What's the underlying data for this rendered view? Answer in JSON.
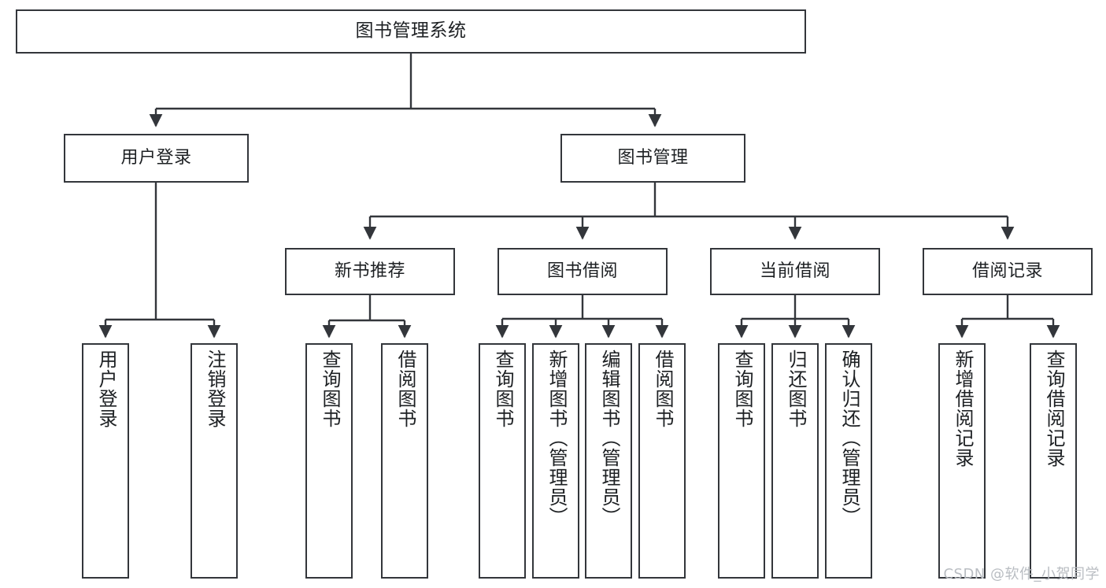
{
  "diagram": {
    "title": "图书管理系统",
    "type": "tree",
    "watermark": "CSDN @软件_小贺同学",
    "style": {
      "box_border_color": "#33363b",
      "box_fill_color": "#ffffff",
      "line_color": "#33363b",
      "text_color": "#1d2023",
      "watermark_color": "#b9bdc2",
      "background": "#ffffff"
    },
    "root": {
      "label": "图书管理系统"
    },
    "level1": [
      {
        "label": "用户登录"
      },
      {
        "label": "图书管理"
      }
    ],
    "level2": [
      {
        "label": "新书推荐"
      },
      {
        "label": "图书借阅"
      },
      {
        "label": "当前借阅"
      },
      {
        "label": "借阅记录"
      }
    ],
    "leaves": {
      "user_login": [
        {
          "label": "用户登录"
        },
        {
          "label": "注销登录"
        }
      ],
      "new_book_recommend": [
        {
          "label": "查询图书"
        },
        {
          "label": "借阅图书"
        }
      ],
      "book_borrow": [
        {
          "label": "查询图书"
        },
        {
          "label": "新增图书（管理员）"
        },
        {
          "label": "编辑图书（管理员）"
        },
        {
          "label": "借阅图书"
        }
      ],
      "current_borrow": [
        {
          "label": "查询图书"
        },
        {
          "label": "归还图书"
        },
        {
          "label": "确认归还（管理员）"
        }
      ],
      "borrow_record": [
        {
          "label": "新增借阅记录"
        },
        {
          "label": "查询借阅记录"
        }
      ]
    }
  }
}
